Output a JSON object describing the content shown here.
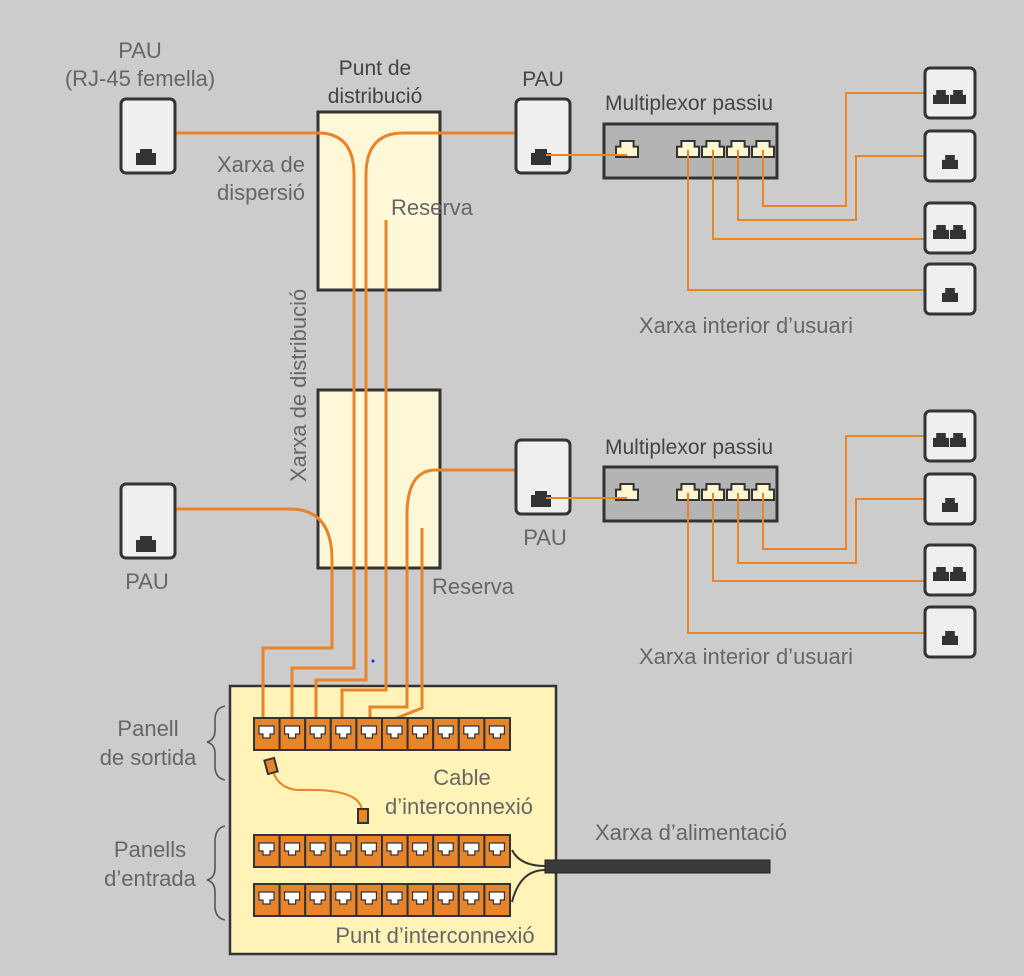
{
  "diagram": {
    "title": "Infraestructura de telecomunicacions (ICT) – xarxa de cablejat",
    "colors": {
      "background": "#cccccc",
      "cable": "#e8842a",
      "box_fill": "#fff8d8",
      "panel_fill": "#fff3b8",
      "outline": "#333333",
      "label": "#666666"
    },
    "labels": {
      "pau_top_left_line1": "PAU",
      "pau_top_left_line2": "(RJ-45 femella)",
      "punt_distribucio_line1": "Punt de",
      "punt_distribucio_line2": "distribució",
      "xarxa_dispersio_line1": "Xarxa de",
      "xarxa_dispersio_line2": "dispersió",
      "reserva_top": "Reserva",
      "xarxa_distribucio": "Xarxa de distribució",
      "pau_top_right": "PAU",
      "multiplexor_top": "Multiplexor passiu",
      "xarxa_interior_top": "Xarxa interior d’usuari",
      "pau_mid_left": "PAU",
      "reserva_mid": "Reserva",
      "pau_mid_right": "PAU",
      "multiplexor_mid": "Multiplexor passiu",
      "xarxa_interior_mid": "Xarxa interior d’usuari",
      "panell_sortida_line1": "Panell",
      "panell_sortida_line2": "de sortida",
      "cable_interconnexio_line1": "Cable",
      "cable_interconnexio_line2": "d’interconnexió",
      "panells_entrada_line1": "Panells",
      "panells_entrada_line2": "d’entrada",
      "xarxa_alimentacio": "Xarxa d’alimentació",
      "punt_interconnexio": "Punt d’interconnexió"
    },
    "multiplexors": [
      {
        "name": "multiplexor-top",
        "input_ports": 1,
        "output_ports": 4
      },
      {
        "name": "multiplexor-mid",
        "input_ports": 1,
        "output_ports": 4
      }
    ],
    "user_outlets": [
      {
        "group": "top",
        "jacks": [
          2,
          1,
          2,
          1
        ]
      },
      {
        "group": "mid",
        "jacks": [
          2,
          1,
          2,
          1
        ]
      }
    ],
    "patch_panels": {
      "output_panel_ports": 10,
      "input_panels": 2,
      "input_panel_ports": 10,
      "output_ports_connected": 6
    }
  }
}
